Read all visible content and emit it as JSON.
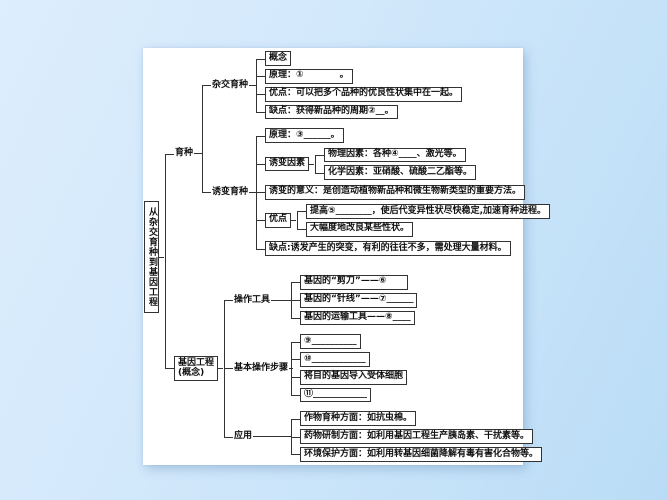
{
  "title": "从杂交育种到基因工程",
  "colors": {
    "background_top": "#ddeefd",
    "background_bottom": "#b9dcf6",
    "panel": "#ffffff",
    "line": "#333333",
    "text": "#111111"
  },
  "breeding": {
    "label": "育种",
    "hybrid": {
      "label": "杂交育种",
      "items": [
        "概念",
        "原理：①　　　　。",
        "优点：可以把多个品种的优良性状集中在一起。",
        "缺点：获得新品种的周期②__。"
      ]
    },
    "mutation": {
      "label": "诱变育种",
      "principle": "原理：③______。",
      "factors": {
        "label": "诱变因素",
        "items": [
          "物理因素：各种④____、激光等。",
          "化学因素：亚硝酸、硫酸二乙酯等。"
        ]
      },
      "significance": "诱变的意义：是创造动植物新品种和微生物新类型的重要方法。",
      "advantages": {
        "label": "优点",
        "items": [
          "提高⑤________，使后代变异性状尽快稳定,加速育种进程。",
          "大幅度地改良某些性状。"
        ]
      },
      "disadvantage": "缺点:诱发产生的突变，有利的往往不多，需处理大量材料。"
    }
  },
  "gene": {
    "label_line1": "基因工程",
    "label_line2": "(概念)",
    "tools": {
      "label": "操作工具",
      "items": [
        "基因的“剪刀”——⑥　　",
        "基因的“针线”——⑦______",
        "基因的运输工具——⑧____"
      ]
    },
    "steps": {
      "label": "基本操作步骤",
      "items": [
        "⑨__________",
        "⑩____________",
        "将目的基因导入受体细胞",
        "⑪____________"
      ]
    },
    "applications": {
      "label": "应用",
      "items": [
        "作物育种方面：如抗虫棉。",
        "药物研制方面：如利用基因工程生产胰岛素、干扰素等。",
        "环境保护方面：如利用转基因细菌降解有毒有害化合物等。"
      ]
    }
  }
}
